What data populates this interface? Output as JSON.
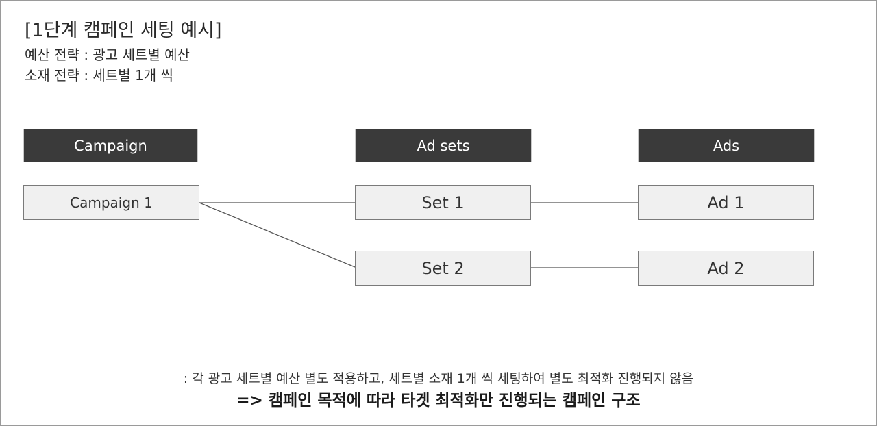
{
  "header": {
    "title": "[1단계 캠페인 세팅 예시]",
    "budget_strategy": "예산 전략 : 광고 세트별 예산",
    "creative_strategy": "소재 전략 : 세트별 1개 씩"
  },
  "columns": {
    "campaign": "Campaign",
    "ad_sets": "Ad sets",
    "ads": "Ads"
  },
  "nodes": {
    "campaign_1": "Campaign 1",
    "set_1": "Set 1",
    "set_2": "Set 2",
    "ad_1": "Ad 1",
    "ad_2": "Ad 2"
  },
  "footer": {
    "note": ": 각 광고 세트별 예산 별도 적용하고, 세트별 소재 1개 씩 세팅하여 별도 최적화 진행되지 않음",
    "conclusion": "=> 캠페인 목적에 따라 타겟 최적화만 진행되는 캠페인 구조"
  }
}
